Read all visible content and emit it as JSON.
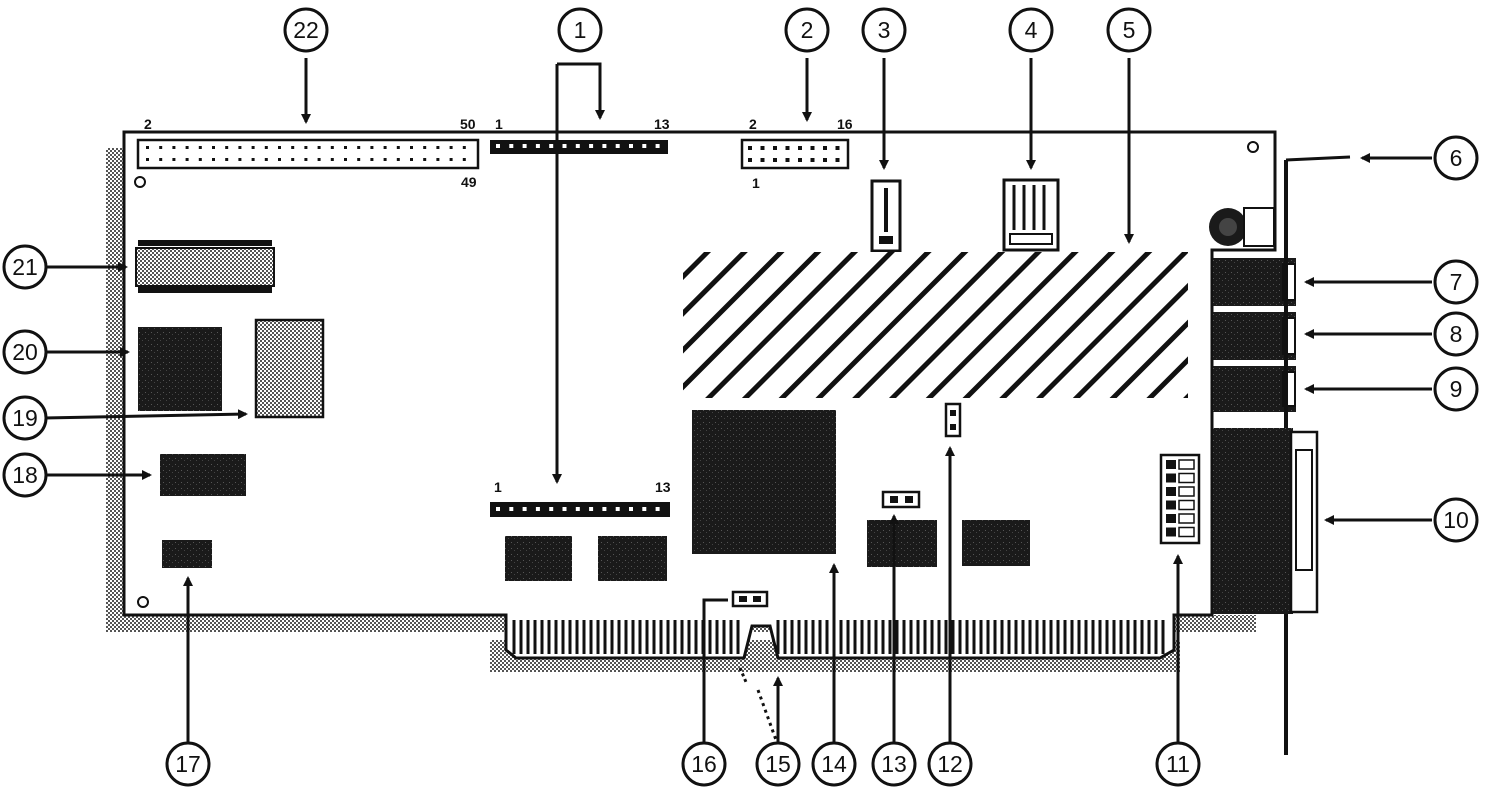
{
  "callouts": [
    "1",
    "2",
    "3",
    "4",
    "5",
    "6",
    "7",
    "8",
    "9",
    "10",
    "11",
    "12",
    "13",
    "14",
    "15",
    "16",
    "17",
    "18",
    "19",
    "20",
    "21",
    "22"
  ],
  "pin_labels": {
    "ide_top_left": "2",
    "ide_top_right": "50",
    "ide_bottom_right": "49",
    "header1_left": "1",
    "header1_right": "13",
    "header2_top_left": "2",
    "header2_top_right": "16",
    "header2_bottom_left": "1",
    "header3_left": "1",
    "header3_right": "13"
  },
  "colors": {
    "ink": "#111111",
    "paper": "#ffffff",
    "shadow": "#9a9a9a"
  }
}
